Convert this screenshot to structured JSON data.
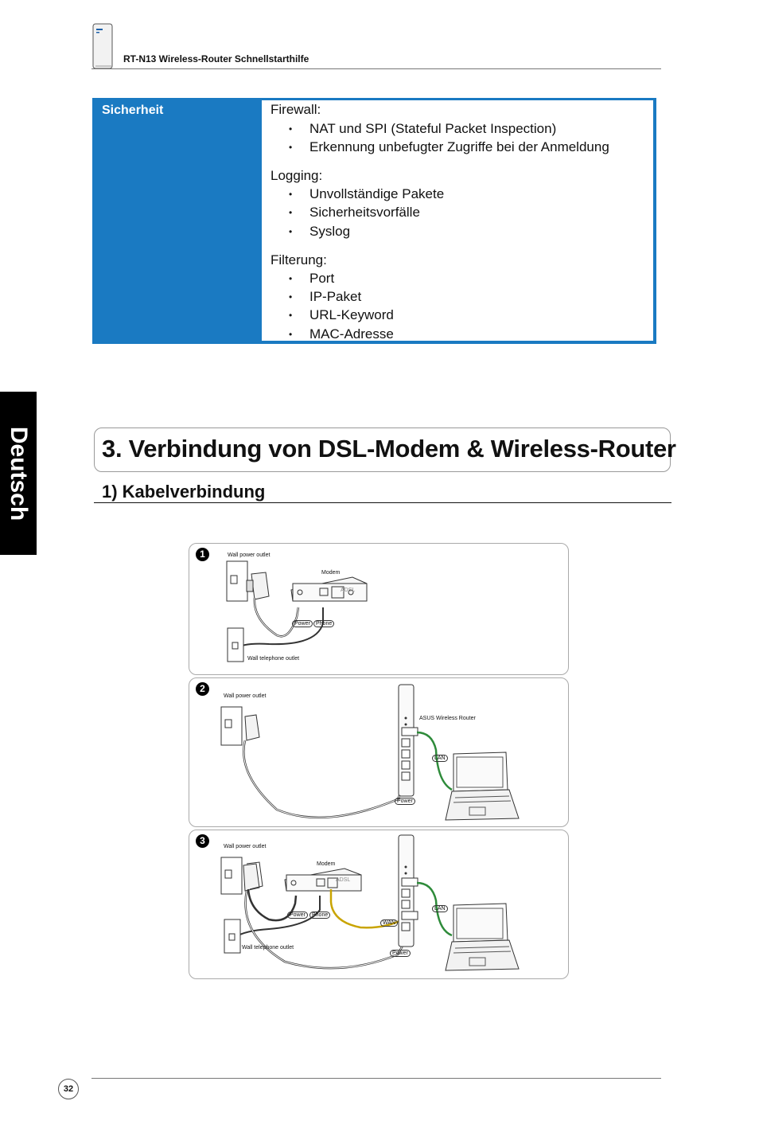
{
  "header": {
    "title": "RT-N13 Wireless-Router Schnellstarthilfe"
  },
  "security_table": {
    "label": "Sicherheit",
    "groups": [
      {
        "title": "Firewall:",
        "items": [
          "NAT und SPI (Stateful Packet Inspection)",
          "Erkennung unbefugter Zugriffe bei der Anmeldung"
        ]
      },
      {
        "title": "Logging:",
        "items": [
          "Unvollständige Pakete",
          "Sicherheitsvorfälle",
          "Syslog"
        ]
      },
      {
        "title": "Filterung:",
        "items": [
          "Port",
          "IP-Paket",
          "URL-Keyword",
          "MAC-Adresse"
        ]
      }
    ]
  },
  "side_tab": "Deutsch",
  "chapter_title": "3. Verbindung von DSL-Modem & Wireless-Router",
  "section_title": "1) Kabelverbindung",
  "diagram": {
    "step1": {
      "num": "1",
      "wall_power": "Wall power outlet",
      "modem": "Modem",
      "adsl": "ADSL",
      "power": "Power",
      "phone": "Phone",
      "wall_phone": "Wall telephone outlet"
    },
    "step2": {
      "num": "2",
      "wall_power": "Wall power outlet",
      "router": "ASUS Wireless Router",
      "lan": "LAN",
      "power": "Power"
    },
    "step3": {
      "num": "3",
      "wall_power": "Wall power outlet",
      "modem": "Modem",
      "adsl": "ADSL",
      "power": "Power",
      "phone": "Phone",
      "wan": "WAN",
      "lan": "LAN",
      "wall_phone": "Wall telephone outlet",
      "router_power": "Power"
    }
  },
  "colors": {
    "table_blue": "#1a7ac2",
    "lan_cable": "#2e8b3a",
    "wan_cable": "#c9a400"
  },
  "footer": {
    "page": "32"
  }
}
